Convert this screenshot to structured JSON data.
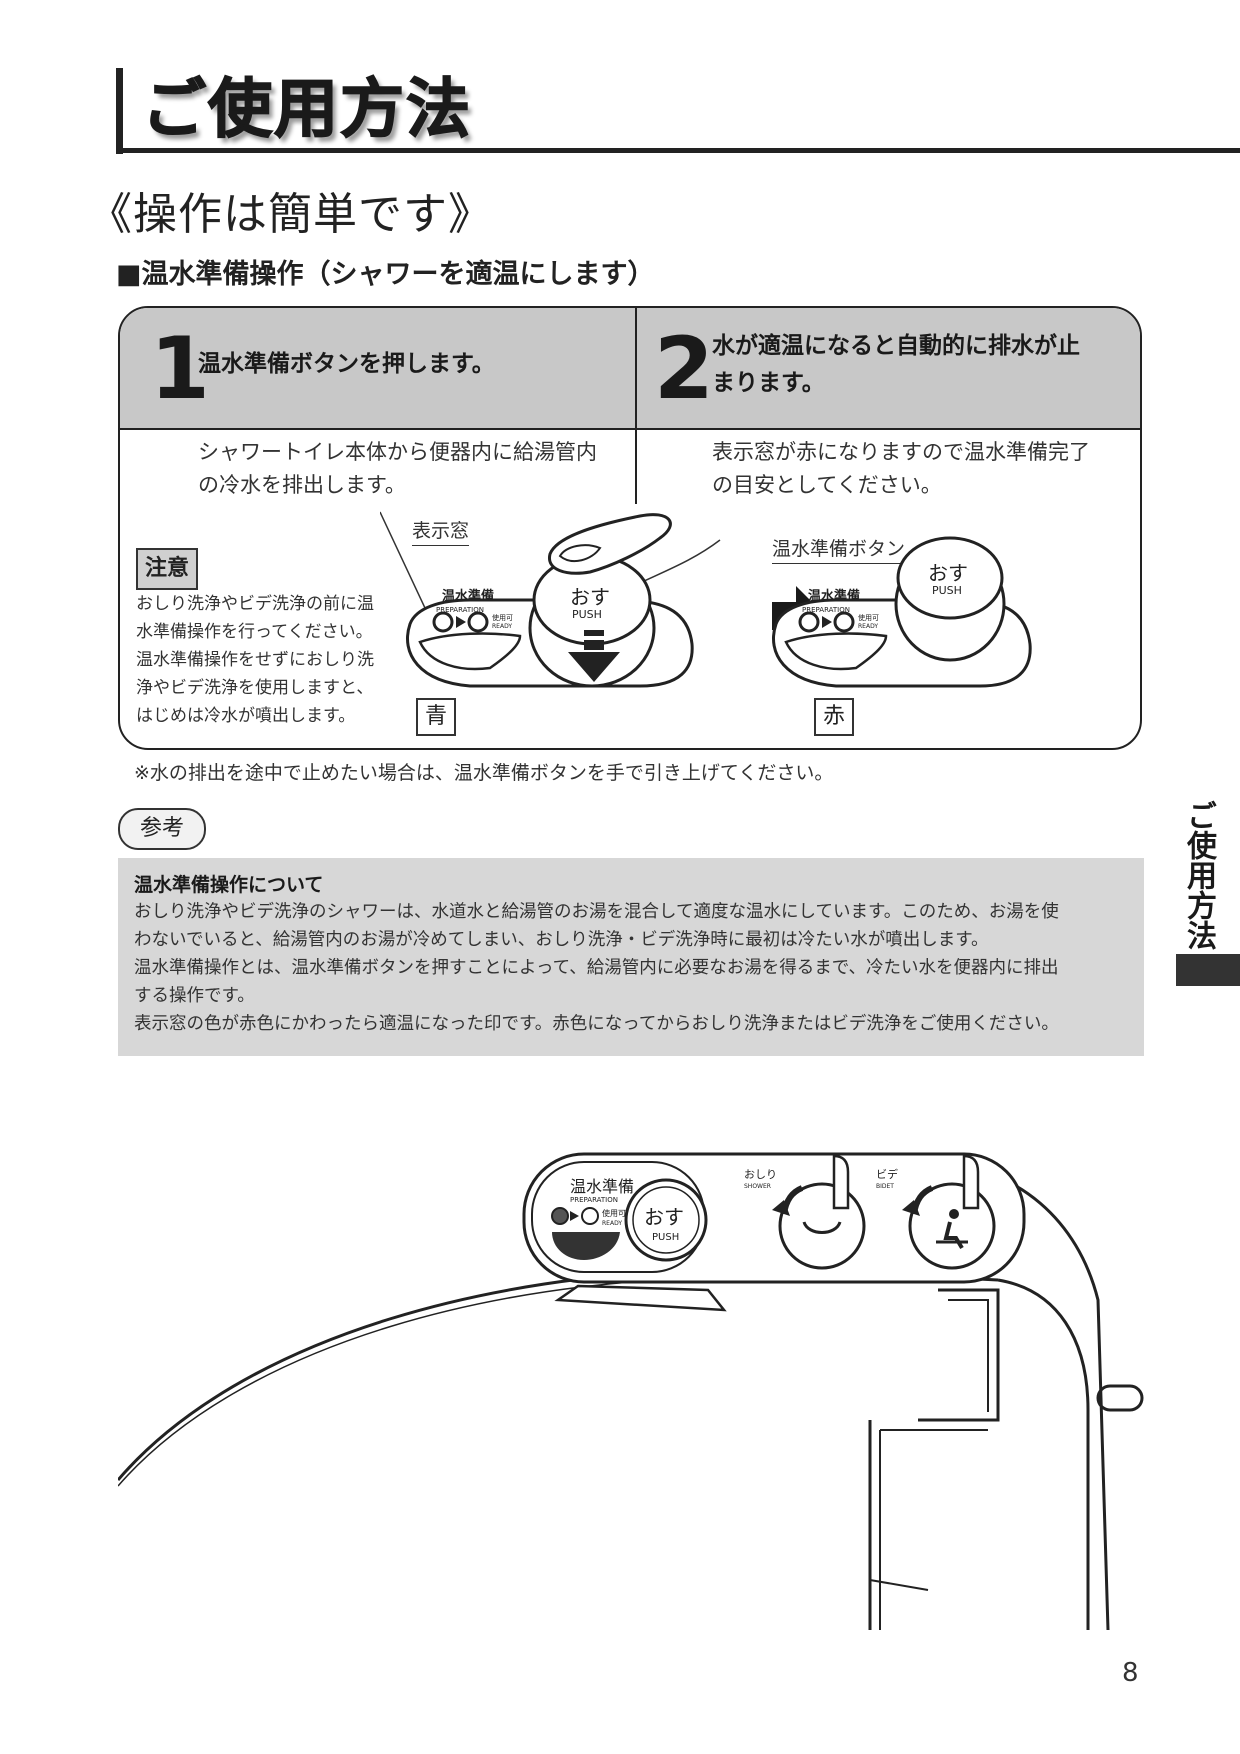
{
  "chapter": {
    "title": "ご使用方法"
  },
  "page": {
    "subtitle": "《操作は簡単です》",
    "number": "8"
  },
  "section": {
    "heading": "■温水準備操作（シャワーを適温にします）"
  },
  "steps": [
    {
      "number": "1",
      "heading": "温水準備ボタンを押します。",
      "body_lines": [
        "シャワートイレ本体から便器内に給湯管内",
        "の冷水を排出します。"
      ]
    },
    {
      "number": "2",
      "heading_lines": [
        "水が適温になると自動的に排水が止",
        "まります。"
      ],
      "body_lines": [
        "表示窓が赤になりますので温水準備完了",
        "の目安としてください。"
      ]
    }
  ],
  "caution": {
    "label": "注意",
    "lines": [
      "おしり洗浄やビデ洗浄の前に温",
      "水準備操作を行ってください。",
      "温水準備操作をせずにおしり洗",
      "浄やビデ洗浄を使用しますと、",
      "はじめは冷水が噴出します。"
    ]
  },
  "illustration": {
    "display_window_label": "表示窓",
    "button_label": "温水準備ボタン",
    "panel_title": "温水準備",
    "panel_sub": "PREPARATION",
    "ready_jp": "使用可",
    "ready_en": "READY",
    "push_jp": "おす",
    "push_en": "PUSH",
    "blue_tag": "青",
    "red_tag": "赤",
    "shower_jp": "おしり",
    "shower_en": "SHOWER",
    "bidet_jp": "ビデ",
    "bidet_en": "BIDET"
  },
  "note": "※水の排出を途中で止めたい場合は、温水準備ボタンを手で引き上げてください。",
  "reference": {
    "badge": "参考",
    "title": "温水準備操作について",
    "lines": [
      "おしり洗浄やビデ洗浄のシャワーは、水道水と給湯管のお湯を混合して適度な温水にしています。このため、お湯を使",
      "わないでいると、給湯管内のお湯が冷めてしまい、おしり洗浄・ビデ洗浄時に最初は冷たい水が噴出します。",
      "温水準備操作とは、温水準備ボタンを押すことによって、給湯管内に必要なお湯を得るまで、冷たい水を便器内に排出",
      "する操作です。",
      "表示窓の色が赤色にかわったら適温になった印です。赤色になってからおしり洗浄またはビデ洗浄をご使用ください。"
    ]
  },
  "side_tab": {
    "label": "ご使用方法"
  }
}
